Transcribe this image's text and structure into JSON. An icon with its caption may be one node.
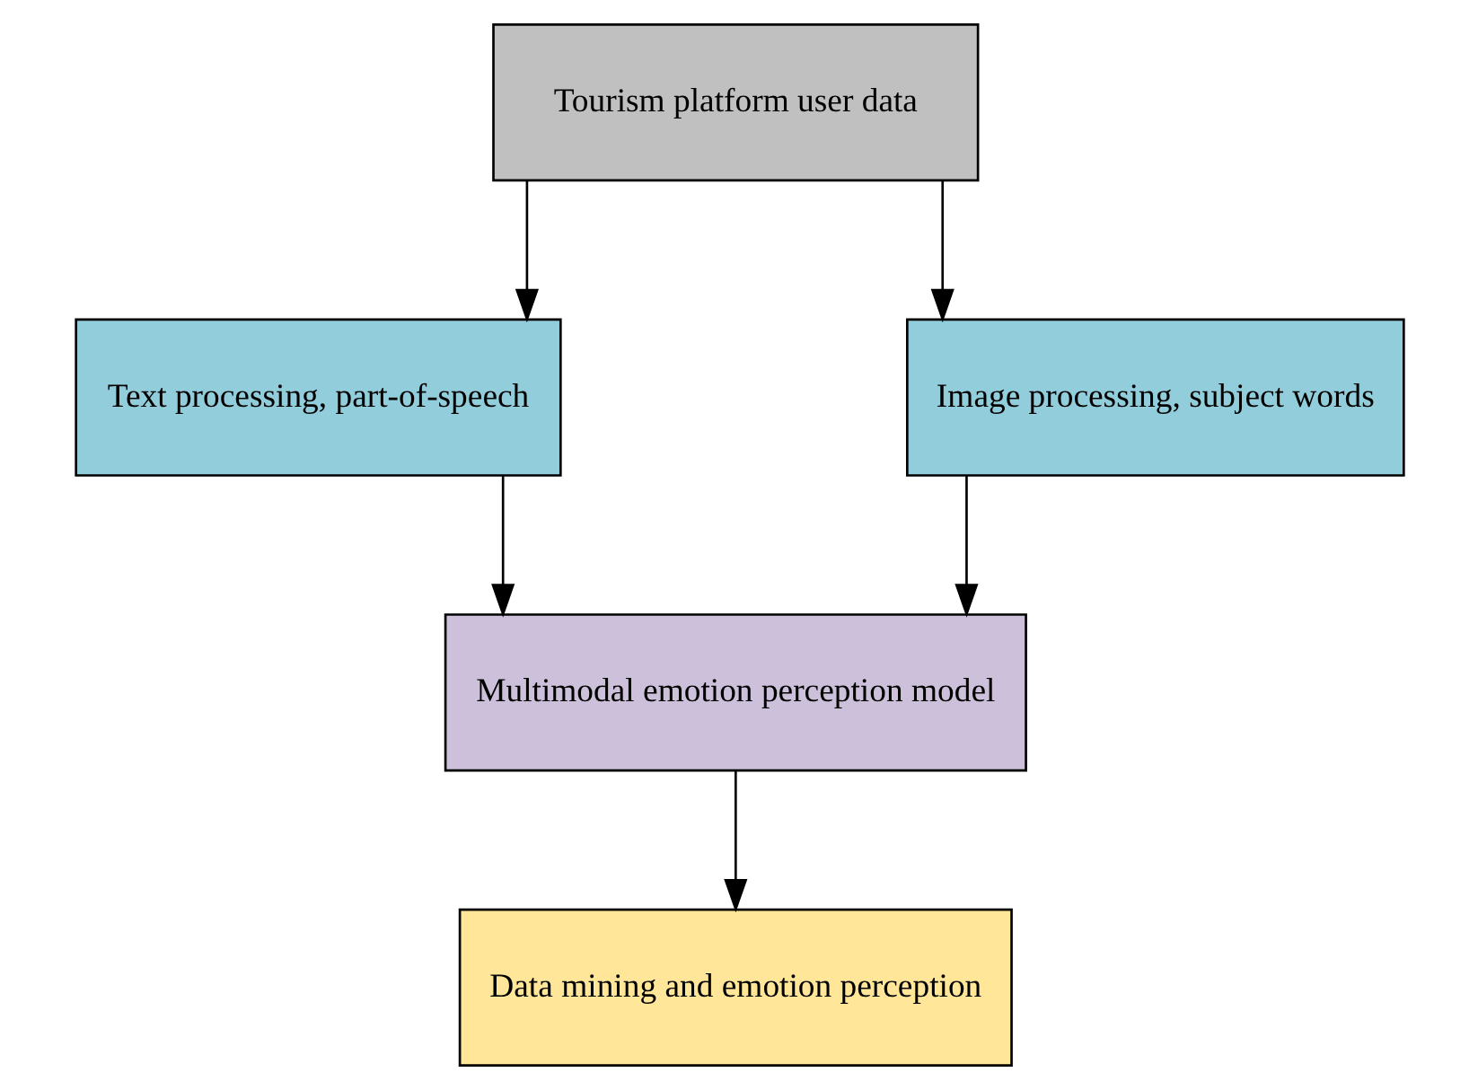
{
  "diagram": {
    "nodes": [
      {
        "text": [
          "Tourism platform user data"
        ]
      },
      {
        "text": [
          "Text processing, part-of-speech"
        ]
      },
      {
        "text": [
          "Image processing, subject words"
        ]
      },
      {
        "text": [
          "Multimodal emotion perception model"
        ]
      },
      {
        "text": [
          "Data mining and emotion perception"
        ]
      }
    ],
    "edges": [
      {
        "from": 0,
        "to": 1,
        "arrow": "to"
      },
      {
        "from": 0,
        "to": 2,
        "arrow": "to"
      },
      {
        "from": 1,
        "to": 3,
        "arrow": "to"
      },
      {
        "from": 2,
        "to": 3,
        "arrow": "to"
      },
      {
        "from": 3,
        "to": 4,
        "arrow": "to"
      }
    ]
  }
}
